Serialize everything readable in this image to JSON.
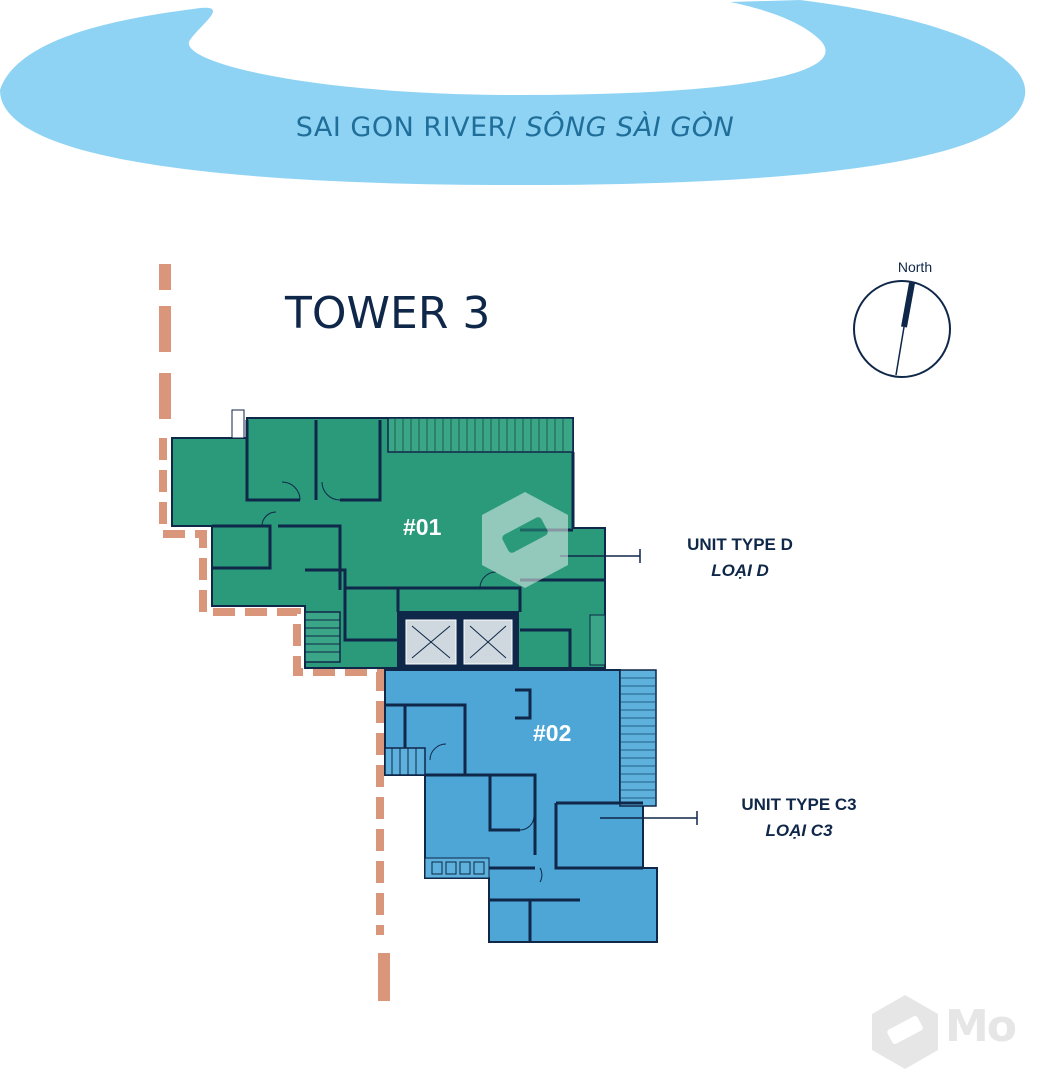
{
  "river": {
    "label_main": "SAI GON RIVER/ ",
    "label_italic": "SÔNG SÀI GÒN",
    "color": "#8fd3f4",
    "text_color": "#1f6e9a"
  },
  "tower": {
    "title": "TOWER 3"
  },
  "compass": {
    "label": "North"
  },
  "units": [
    {
      "number": "#01",
      "type_label": "UNIT TYPE D",
      "type_label_vi": "LOẠI D",
      "color": "#2a9a7b"
    },
    {
      "number": "#02",
      "type_label": "UNIT TYPE C3",
      "type_label_vi": "LOẠI C3",
      "color": "#4ea6d6"
    }
  ],
  "colors": {
    "boundary": "#d9967a",
    "wall": "#0f2748",
    "core": "#0f2748",
    "heading": "#0f2748"
  },
  "watermark": {
    "brand": "Mo"
  }
}
